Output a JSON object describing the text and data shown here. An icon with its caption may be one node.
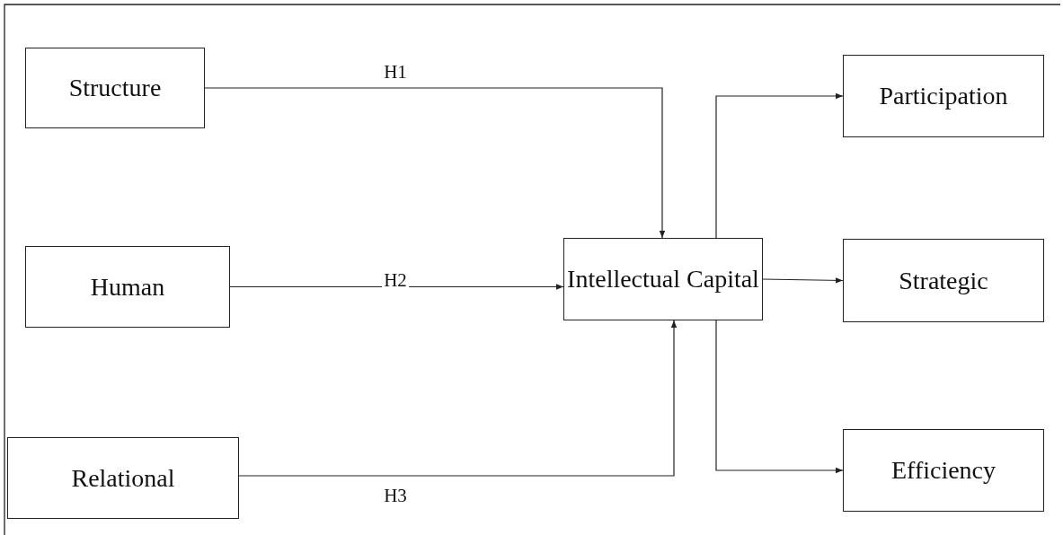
{
  "diagram": {
    "nodes": [
      {
        "text": [
          "Structure"
        ]
      },
      {
        "text": [
          "Human"
        ]
      },
      {
        "text": [
          "Relational"
        ]
      },
      {
        "text": [
          "Intellectual Capital"
        ]
      },
      {
        "text": [
          "Participation"
        ]
      },
      {
        "text": [
          "Strategic"
        ]
      },
      {
        "text": [
          "Efficiency"
        ]
      }
    ],
    "edges": [
      {
        "from": 0,
        "to": 3,
        "arrow": "to",
        "label": "H1"
      },
      {
        "from": 1,
        "to": 3,
        "arrow": "to",
        "label": "H2"
      },
      {
        "from": 2,
        "to": 3,
        "arrow": "to",
        "label": "H3"
      },
      {
        "from": 3,
        "to": 4,
        "arrow": "to"
      },
      {
        "from": 3,
        "to": 5,
        "arrow": "to"
      },
      {
        "from": 3,
        "to": 6,
        "arrow": "to"
      }
    ]
  }
}
